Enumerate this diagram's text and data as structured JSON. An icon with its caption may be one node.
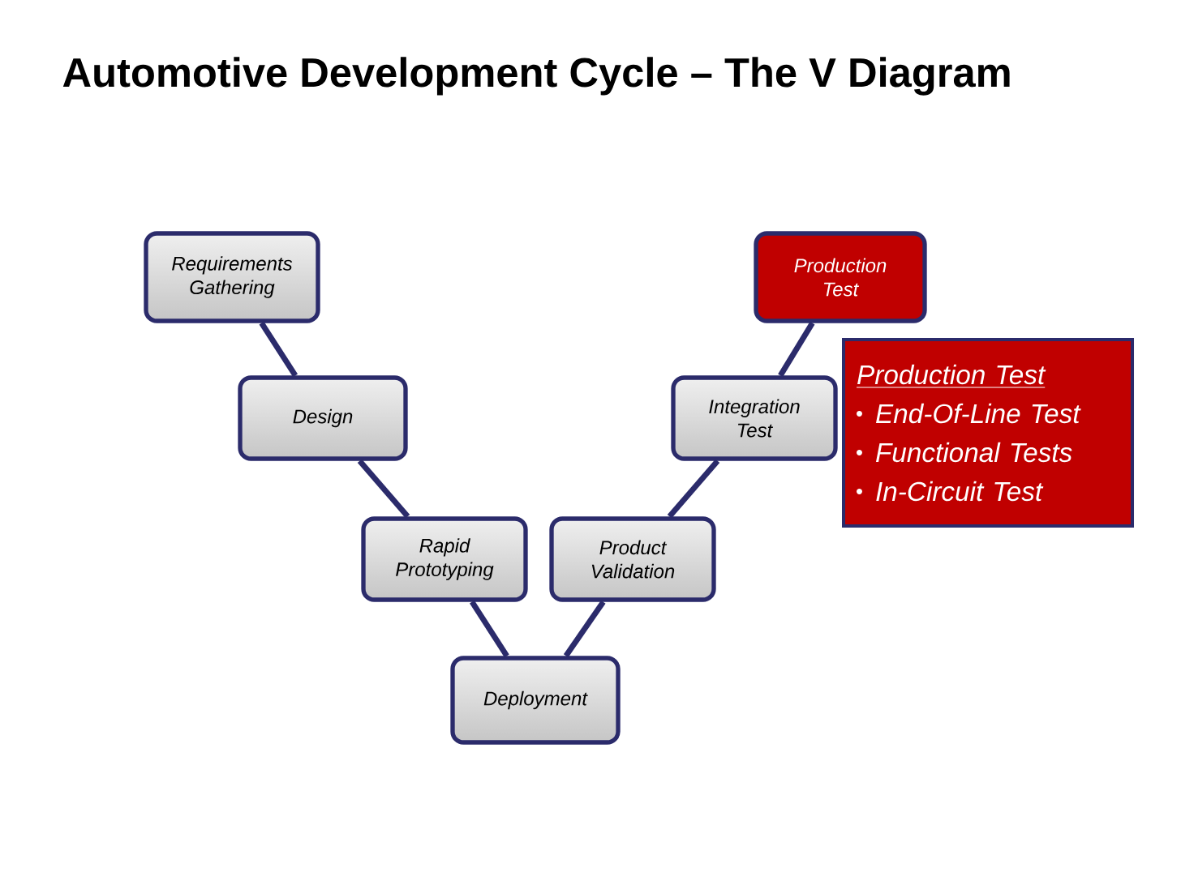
{
  "diagram": {
    "title": "Automotive Development Cycle – The V Diagram",
    "nodes": [
      {
        "text": [
          "Requirements Gathering"
        ]
      },
      {
        "text": [
          "Production Test"
        ]
      },
      {
        "text": [
          "Design"
        ]
      },
      {
        "text": [
          "Integration Test"
        ]
      },
      {
        "text": [
          "Production Test",
          "End-Of-Line Test",
          "Functional Tests",
          "In-Circuit Test"
        ]
      },
      {
        "text": [
          "Rapid Prototyping"
        ]
      },
      {
        "text": [
          "Product Validation"
        ]
      },
      {
        "text": [
          "Deployment"
        ]
      }
    ],
    "edges": [
      {
        "from": 0,
        "to": 2,
        "arrow": "none"
      },
      {
        "from": 2,
        "to": 5,
        "arrow": "none"
      },
      {
        "from": 5,
        "to": 7,
        "arrow": "none"
      },
      {
        "from": 7,
        "to": 6,
        "arrow": "none"
      },
      {
        "from": 6,
        "to": 3,
        "arrow": "none"
      },
      {
        "from": 3,
        "to": 1,
        "arrow": "none"
      }
    ]
  }
}
